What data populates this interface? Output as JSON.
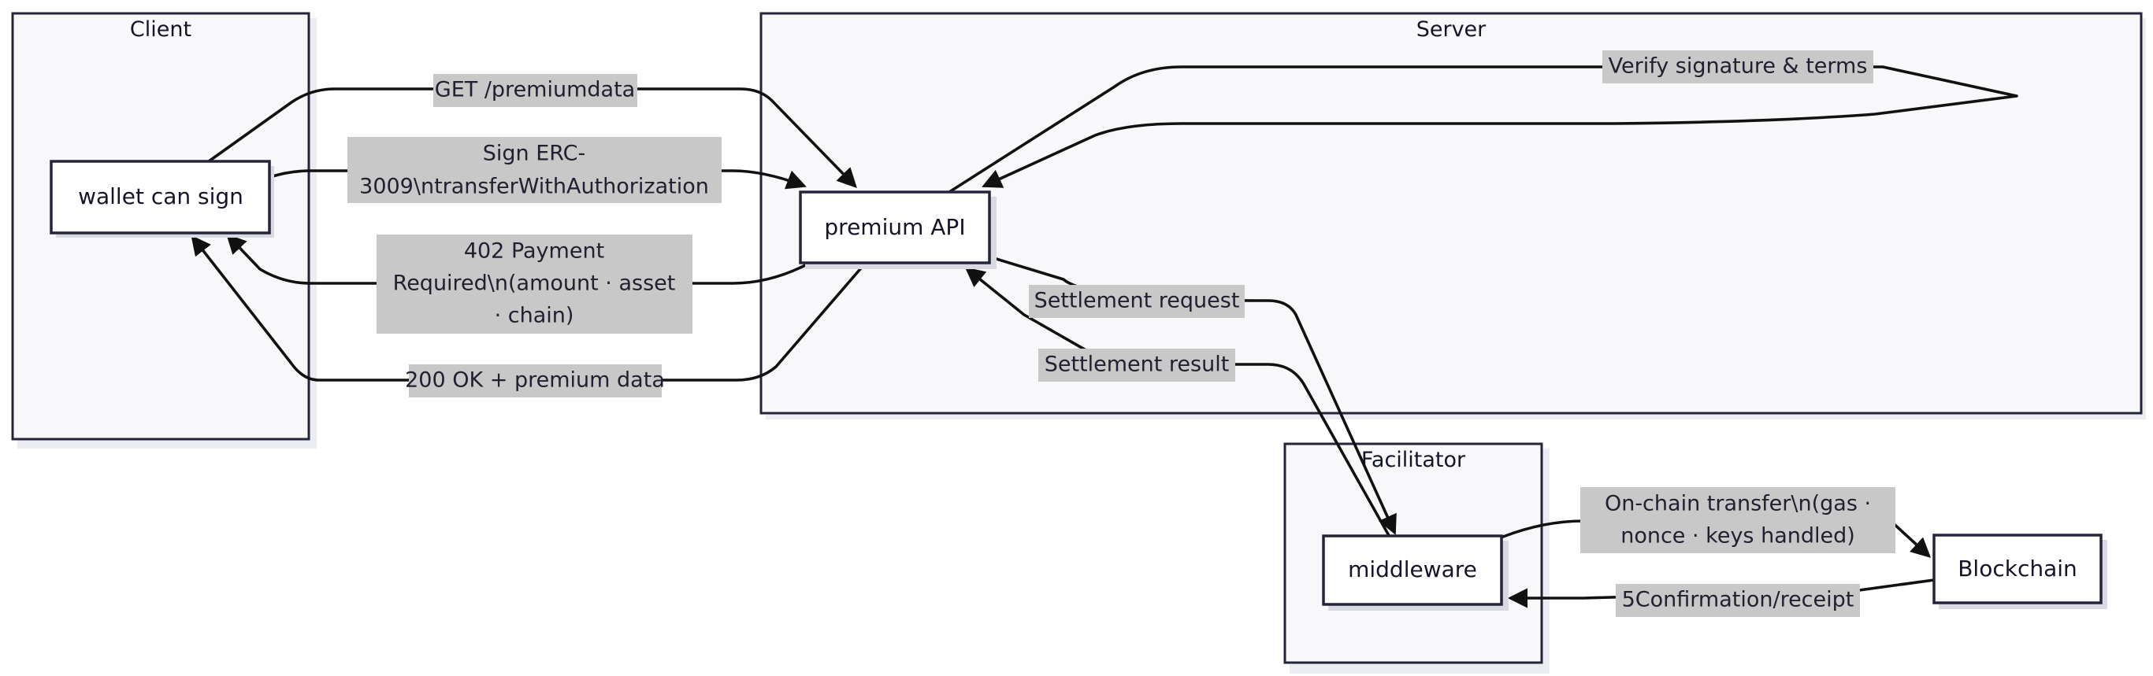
{
  "clusters": {
    "client": "Client",
    "server": "Server",
    "facilitator": "Facilitator"
  },
  "nodes": {
    "wallet": "wallet can sign",
    "api": "premium API",
    "middleware": "middleware",
    "blockchain": "Blockchain"
  },
  "edges": {
    "get_request": [
      "GET /premiumdata"
    ],
    "sign": [
      "Sign ERC-",
      "3009\\ntransferWithAuthorization"
    ],
    "payment_required": [
      "402 Payment",
      "Required\\n(amount · asset",
      "· chain)"
    ],
    "ok_response": [
      "200 OK + premium data"
    ],
    "verify": [
      "Verify signature & terms"
    ],
    "settlement_request": [
      "Settlement request"
    ],
    "settlement_result": [
      "Settlement result"
    ],
    "onchain": [
      "On-chain transfer\\n(gas ·",
      "nonce · keys handled)"
    ],
    "confirmation": [
      "5Confirmation/receipt"
    ]
  },
  "colors": {
    "cluster_fill": "#f8f8fb",
    "stroke": "#24243a",
    "label_bg": "#c8c8c8",
    "edge": "#111111"
  }
}
